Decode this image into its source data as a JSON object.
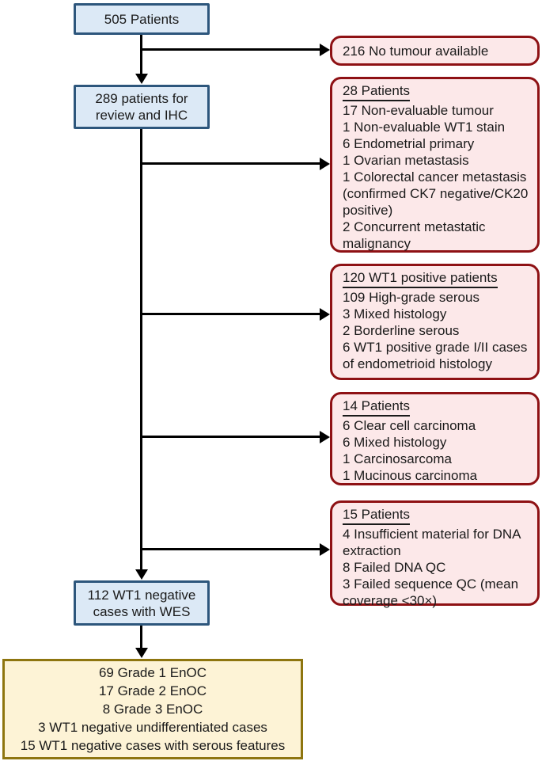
{
  "colors": {
    "blue_fill": "#dce9f6",
    "blue_border": "#2d567c",
    "red_fill": "#fce8e9",
    "red_border": "#8e1114",
    "yellow_fill": "#fdf3d6",
    "yellow_border": "#8e750f",
    "arrow": "#000000",
    "text": "#1a1a1a"
  },
  "flow": {
    "box_505": "505 Patients",
    "box_289": "289 patients for review and IHC",
    "box_112": "112 WT1 negative cases with WES"
  },
  "exclusions": [
    {
      "heading": "",
      "items": [
        "216 No tumour available"
      ]
    },
    {
      "heading": "28 Patients",
      "items": [
        "17 Non-evaluable tumour",
        "1 Non-evaluable WT1 stain",
        "6 Endometrial primary",
        "1 Ovarian metastasis",
        "1 Colorectal cancer metastasis (confirmed CK7 negative/CK20 positive)",
        "2 Concurrent metastatic malignancy"
      ]
    },
    {
      "heading": "120 WT1 positive patients",
      "items": [
        "109 High-grade serous",
        "3 Mixed histology",
        "2 Borderline serous",
        "6 WT1 positive grade I/II cases of endometrioid histology"
      ]
    },
    {
      "heading": "14 Patients",
      "items": [
        "6 Clear cell carcinoma",
        "6 Mixed histology",
        "1 Carcinosarcoma",
        "1 Mucinous carcinoma"
      ]
    },
    {
      "heading": "15 Patients",
      "items": [
        "4 Insufficient material for DNA extraction",
        "8 Failed DNA QC",
        "3 Failed sequence QC (mean coverage <30×)"
      ]
    }
  ],
  "final_box": {
    "items": [
      "69 Grade 1 EnOC",
      "17 Grade 2 EnOC",
      "8 Grade 3 EnOC",
      "3 WT1 negative undifferentiated cases",
      "15 WT1 negative cases with serous features"
    ]
  }
}
